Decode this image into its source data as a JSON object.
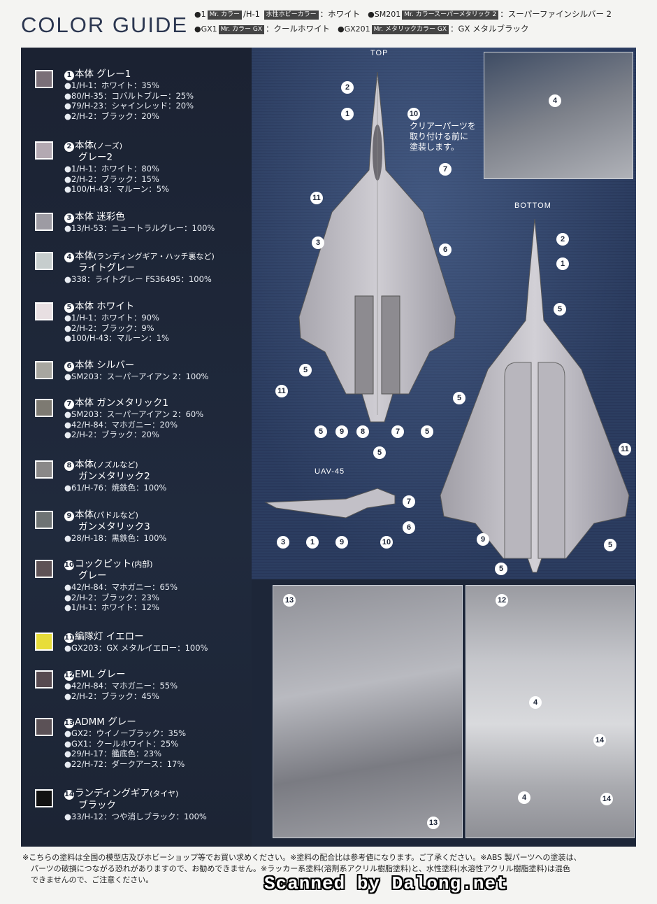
{
  "header": {
    "title": "COLOR GUIDE",
    "legend_line1": [
      {
        "code": "●1",
        "tag": "Mr. カラー",
        "text": "/H-1"
      },
      {
        "code": "",
        "tag": "水性ホビーカラー",
        "text": "：ホワイト"
      },
      {
        "code": "●SM201",
        "tag": "Mr. カラースーパーメタリック 2",
        "text": "：スーパーファインシルバー 2"
      }
    ],
    "legend_line2": [
      {
        "code": "●GX1",
        "tag": "Mr. カラー GX",
        "text": "：クールホワイト"
      },
      {
        "code": "●GX201",
        "tag": "Mr. メタリックカラー GX",
        "text": "：GX メタルブラック"
      }
    ]
  },
  "colors": [
    {
      "num": "1",
      "title": "本体 グレー1",
      "title2": "",
      "swatch": "#7a6f78",
      "mixes": [
        "●1/H-1：ホワイト：35%",
        "●80/H-35：コバルトブルー：25%",
        "●79/H-23：シャインレッド：20%",
        "●2/H-2：ブラック：20%"
      ]
    },
    {
      "num": "2",
      "title": "本体",
      "sub": "(ノーズ)",
      "title2": "グレー2",
      "swatch": "#b3a9b2",
      "mixes": [
        "●1/H-1：ホワイト：80%",
        "●2/H-2：ブラック：15%",
        "●100/H-43：マルーン：5%"
      ]
    },
    {
      "num": "3",
      "title": "本体 迷彩色",
      "title2": "",
      "swatch": "#9d9ba3",
      "mixes": [
        "●13/H-53：ニュートラルグレー：100%"
      ]
    },
    {
      "num": "4",
      "title": "本体",
      "sub": "(ランディングギア・ハッチ裏など)",
      "title2": "ライトグレー",
      "swatch": "#c6cdcd",
      "mixes": [
        "●338：ライトグレー FS36495：100%"
      ]
    },
    {
      "num": "5",
      "title": "本体 ホワイト",
      "title2": "",
      "swatch": "#e8dfe2",
      "mixes": [
        "●1/H-1：ホワイト：90%",
        "●2/H-2：ブラック：9%",
        "●100/H-43：マルーン：1%"
      ]
    },
    {
      "num": "6",
      "title": "本体 シルバー",
      "title2": "",
      "swatch": "#a7a6a0",
      "mixes": [
        "●SM203：スーパーアイアン 2：100%"
      ]
    },
    {
      "num": "7",
      "title": "本体 ガンメタリック1",
      "title2": "",
      "swatch": "#7d7a72",
      "mixes": [
        "●SM203：スーパーアイアン 2：60%",
        "●42/H-84：マホガニー：20%",
        "●2/H-2：ブラック：20%"
      ]
    },
    {
      "num": "8",
      "title": "本体",
      "sub": "(ノズルなど)",
      "title2": "ガンメタリック2",
      "swatch": "#8a8888",
      "mixes": [
        "●61/H-76：焼鉄色：100%"
      ]
    },
    {
      "num": "9",
      "title": "本体",
      "sub": "(パドルなど)",
      "title2": "ガンメタリック3",
      "swatch": "#6e7374",
      "mixes": [
        "●28/H-18：黒鉄色：100%"
      ]
    },
    {
      "num": "10",
      "title": "コックピット",
      "sub": "(内部)",
      "title2": "グレー",
      "swatch": "#5e5256",
      "mixes": [
        "●42/H-84：マホガニー：65%",
        "●2/H-2：ブラック：23%",
        "●1/H-1：ホワイト：12%"
      ]
    },
    {
      "num": "11",
      "title": "編隊灯 イエロー",
      "title2": "",
      "swatch": "#e8dd3a",
      "mixes": [
        "●GX203：GX メタルイエロー：100%"
      ]
    },
    {
      "num": "12",
      "title": "EML グレー",
      "title2": "",
      "swatch": "#574a50",
      "mixes": [
        "●42/H-84：マホガニー：55%",
        "●2/H-2：ブラック：45%"
      ]
    },
    {
      "num": "13",
      "title": "ADMM グレー",
      "title2": "",
      "swatch": "#5b5156",
      "mixes": [
        "●GX2：ウイノーブラック：35%",
        "●GX1：クールホワイト：25%",
        "●29/H-17：艦底色：23%",
        "●22/H-72：ダークアース：17%"
      ]
    },
    {
      "num": "14",
      "title": "ランディングギア",
      "sub": "(タイヤ)",
      "title2": "ブラック",
      "swatch": "#111111",
      "mixes": [
        "●33/H-12：つや消しブラック：100%"
      ]
    }
  ],
  "diagram": {
    "top_label": "TOP",
    "bottom_label": "BOTTOM",
    "uav_label": "UAV-45",
    "note_lines": [
      "クリアーパーツを",
      "取り付ける前に",
      "塗装します。"
    ]
  },
  "footer": {
    "lines": [
      "※こちらの塗料は全国の模型店及びホビーショップ等でお買い求めください。※塗料の配合比は参考値になります。ご了承ください。※ABS 製パーツへの塗装は、",
      "パーツの破損につながる恐れがありますので、お勧めできません。※ラッカー系塗料(溶剤系アクリル樹脂塗料)と、水性塗料(水溶性アクリル樹脂塗料)は混色",
      "できませんので、ご注意ください。"
    ]
  },
  "watermark": "Scanned by Dalong.net"
}
